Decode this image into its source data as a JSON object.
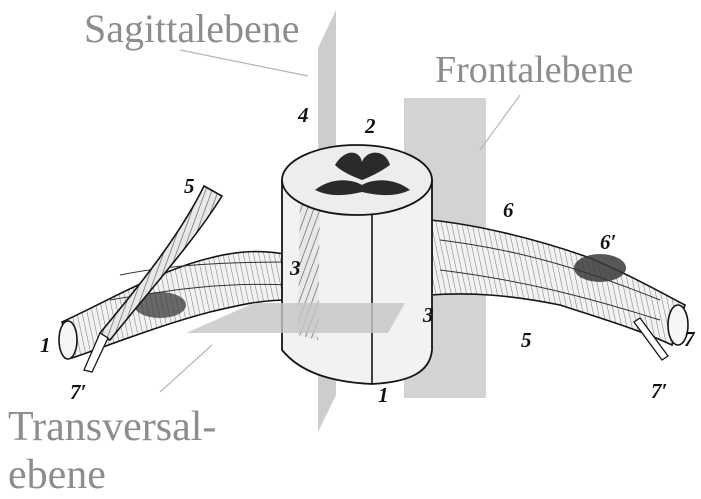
{
  "labels": {
    "sagittal": "Sagittalebene",
    "frontal": "Frontalebene",
    "transversal_line1": "Transversal-",
    "transversal_line2": "ebene"
  },
  "numbers": {
    "n1_left": "1",
    "n1_center": "1",
    "n2": "2",
    "n3_left": "3",
    "n3_right": "3",
    "n4": "4",
    "n5_top": "5",
    "n5_right": "5",
    "n6": "6",
    "n6_prime": "6′",
    "n7": "7",
    "n7_prime_left": "7′",
    "n7_prime_right": "7′"
  },
  "colors": {
    "plane": "#c4c4c4",
    "label": "#8d8d8d",
    "ink": "#151515",
    "grey_matter": "#2a2a2a"
  }
}
